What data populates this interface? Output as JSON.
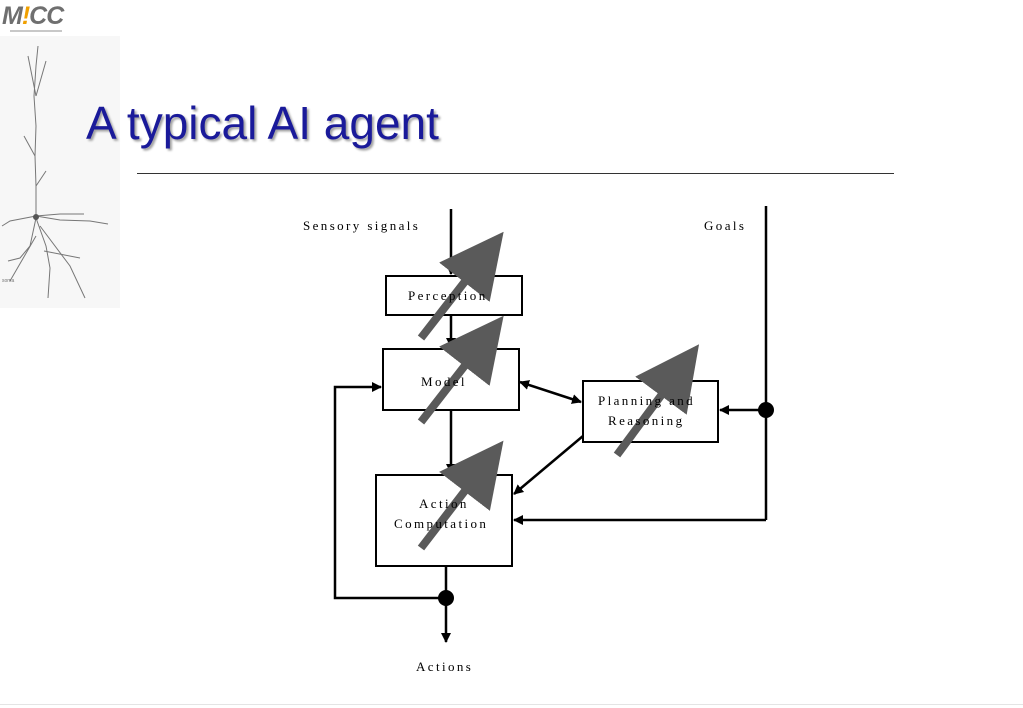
{
  "logo": {
    "text_a": "M",
    "text_bang": "!",
    "text_b": "CC"
  },
  "slide": {
    "title": "A typical AI agent"
  },
  "diagram": {
    "inputs": {
      "sensory": "Sensory signals",
      "goals": "Goals"
    },
    "boxes": {
      "perception": "Perception",
      "model": "Model",
      "planning_1": "Planning and",
      "planning_2": "Reasoning",
      "action_1": "Action",
      "action_2": "Computation"
    },
    "output": "Actions"
  },
  "colors": {
    "title": "#1a1a9a",
    "highlight_arrow": "#555555",
    "logo_accent": "#f0a000"
  }
}
